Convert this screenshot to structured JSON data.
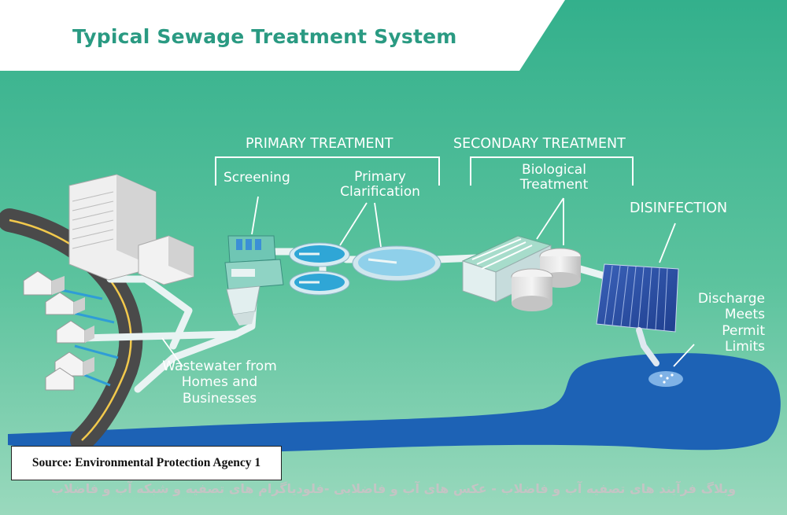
{
  "title": "Typical Sewage Treatment System",
  "stages": {
    "primary": {
      "heading": "PRIMARY TREATMENT",
      "steps": [
        "Screening",
        "Primary Clarification"
      ]
    },
    "secondary": {
      "heading": "SECONDARY TREATMENT",
      "steps": [
        "Biological Treatment"
      ]
    },
    "disinfection": {
      "heading": "DISINFECTION"
    }
  },
  "labels": {
    "discharge": "Discharge Meets Permit Limits",
    "wastewater": "Wastewater from Homes and Businesses"
  },
  "source": "Source: Environmental Protection Agency 1",
  "footer_text": "وبلاگ فرآیند های تصفیه آب و فاضلاب - عکس های آب و فاضلابی -فلودیاگرام های تصفیه و شبکه آب و فاضلاب",
  "colors": {
    "background_top": "#3fb88f",
    "background_bottom": "#8fd6b6",
    "title": "#2a9a82",
    "water": "#1c63b6",
    "label": "#ffffff"
  }
}
